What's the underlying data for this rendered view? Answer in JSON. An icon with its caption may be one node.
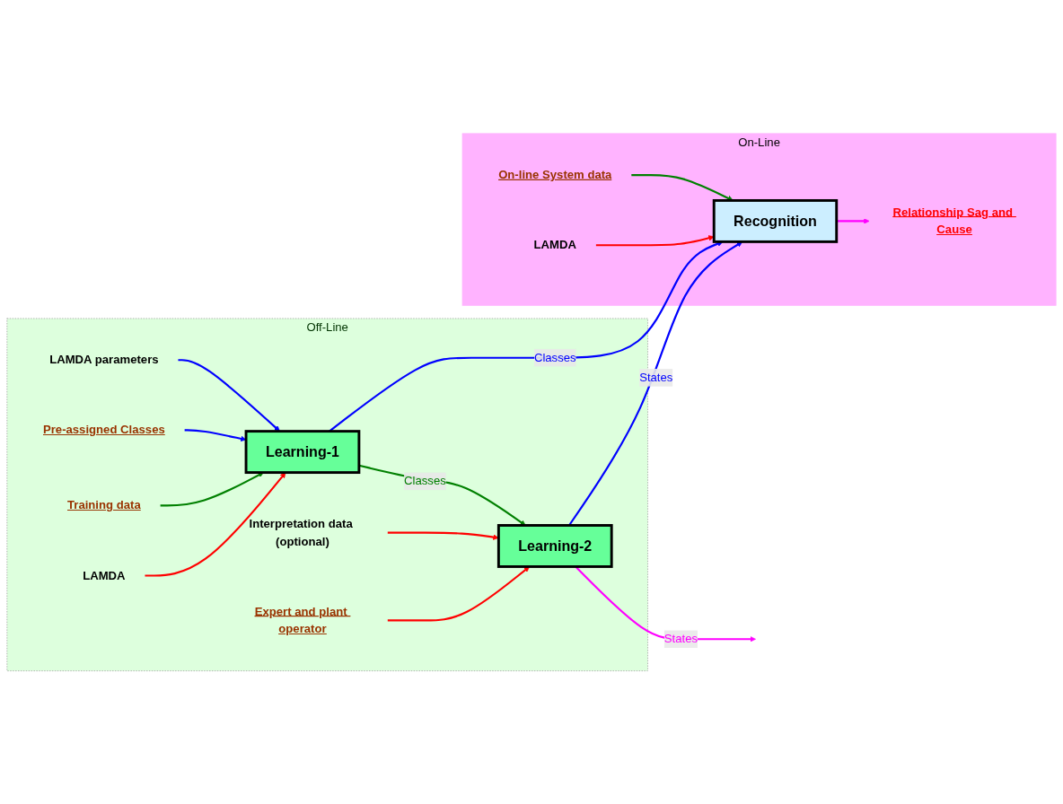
{
  "diagram": {
    "nodes": [
      {
        "text": [
          "Off-Line"
        ]
      },
      {
        "text": [
          "LAMDA parameters"
        ],
        "in": 0
      },
      {
        "text": [
          "Pre-assigned Classes"
        ],
        "in": 0
      },
      {
        "text": [
          "Training data"
        ],
        "in": 0
      },
      {
        "text": [
          "Learning-1"
        ],
        "in": 0
      },
      {
        "text": [
          "LAMDA"
        ],
        "in": 0
      },
      {
        "text": [
          "Learning-2"
        ],
        "in": 0
      },
      {
        "text": [
          "Interpretation data (optional)"
        ],
        "in": 0
      },
      {
        "text": [
          "Expert and plant operator"
        ],
        "in": 0
      },
      {
        "text": [
          "On-Line"
        ]
      },
      {
        "text": [
          "On-line System data"
        ],
        "in": 9
      },
      {
        "text": [
          "Recognition"
        ],
        "in": 9
      },
      {
        "text": [
          "Relationship Sag and Cause"
        ],
        "in": 9
      },
      {
        "text": [
          "LAMDA"
        ],
        "in": 9
      }
    ],
    "edges": [
      {
        "from": 1,
        "to": 4,
        "arrow": "to",
        "color": "#0000ff"
      },
      {
        "from": 2,
        "to": 4,
        "arrow": "to",
        "color": "#0000ff"
      },
      {
        "from": 3,
        "to": 4,
        "arrow": "to",
        "color": "#008000"
      },
      {
        "from": 5,
        "to": 4,
        "arrow": "to",
        "color": "#ff0000"
      },
      {
        "from": 4,
        "to": 6,
        "label": "Classes",
        "arrow": "to",
        "color": "#008000"
      },
      {
        "from": 6,
        "to": null,
        "label": "States",
        "arrow": "to",
        "color": "#ff00ff"
      },
      {
        "from": 7,
        "to": 6,
        "arrow": "to",
        "color": "#ff0000"
      },
      {
        "from": 8,
        "to": 6,
        "arrow": "to",
        "color": "#ff0000"
      },
      {
        "from": 4,
        "to": 11,
        "label": "Classes",
        "arrow": "to",
        "color": "#0000ff"
      },
      {
        "from": 6,
        "to": 11,
        "label": "States",
        "arrow": "to",
        "color": "#0000ff"
      },
      {
        "from": 10,
        "to": 11,
        "arrow": "to",
        "color": "#008000"
      },
      {
        "from": 11,
        "to": 12,
        "arrow": "to",
        "color": "#ff00ff"
      },
      {
        "from": 13,
        "to": 11,
        "arrow": "to",
        "color": "#ff0000"
      }
    ]
  }
}
